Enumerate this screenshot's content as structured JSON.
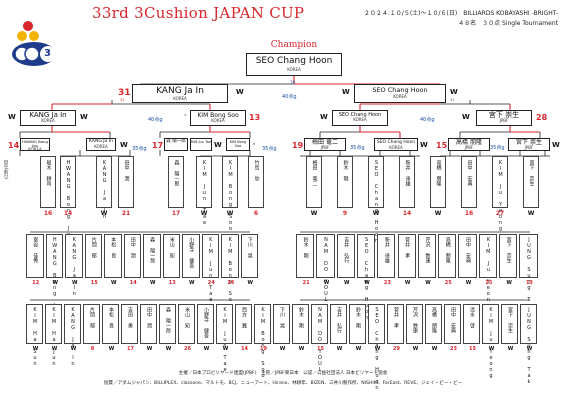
{
  "header": {
    "title": "33rd 3Cushion JAPAN CUP",
    "date_line": "２０２４.１０/５(土)～１０/６(日)　BILLIARDS KOBAYASHI -BRIGHT-",
    "format_line": "４８名　３０点 Single Tournament"
  },
  "logo": {
    "number": "3"
  },
  "champion": {
    "label": "Champion",
    "name": "SEO Chang Hoon",
    "country": "KOREA"
  },
  "final": {
    "inning": "40点g",
    "left": {
      "name": "KANG Ja In",
      "country": "KOREA",
      "score": "31",
      "sub": "32",
      "inning_note": "W"
    },
    "right": {
      "name": "SEO Chang Hoon",
      "country": "KOREA",
      "score": "W",
      "sub": "33",
      "inning_note": "19"
    }
  },
  "semis": [
    {
      "inning": "40点g",
      "left": {
        "name": "KANG Ja In",
        "country": "KOREA",
        "score": "W",
        "tag": "W"
      },
      "right": {
        "name": "KIM Bong Soo",
        "country": "KOREA",
        "score": "13",
        "tag": "4"
      }
    },
    {
      "inning": "40点g",
      "left": {
        "name": "SEO Chang Hoon",
        "country": "KOREA",
        "score": "W",
        "tag": "W"
      },
      "right": {
        "name": "宮下 崇生",
        "country": "JPBF",
        "score": "28",
        "tag": "W"
      }
    }
  ],
  "quarters": [
    {
      "inning": "35点g",
      "left": {
        "name": "梅田 竜二",
        "country": "JPBF",
        "score": "19"
      },
      "right": {
        "name": "SEO Chang Hoon",
        "country": "KOREA",
        "score": "W"
      }
    },
    {
      "inning": "35点g",
      "left": {
        "name": "高橋 朋隆",
        "country": "JPBF",
        "score": "15"
      },
      "right": {
        "name": "宮下 崇生",
        "country": "JPBF",
        "score": "W"
      }
    }
  ],
  "round3": [
    {
      "name": "HWANG Bong Joo",
      "country": "KOREA",
      "score": "14"
    },
    {
      "name": "KANG Ja In",
      "country": "KOREA",
      "score": "W"
    },
    {
      "name": "森 陽一郎",
      "country": "JPBF",
      "score": "17"
    },
    {
      "name": "KIM Jun Tae",
      "country": "KOREA",
      "score": "W"
    },
    {
      "name": "KIM Bong Soo",
      "country": "KOREA",
      "score": "W"
    },
    {
      "name": "竹島 欣",
      "country": "JPBF",
      "score": "6"
    }
  ],
  "round3_right": [
    {
      "name": "梅田 竜二",
      "country": "JPBF",
      "score": "W"
    },
    {
      "name": "鈴木 剛",
      "country": "JPBF",
      "score": "9"
    },
    {
      "name": "SEO Chang Hoon",
      "country": "KOREA",
      "score": "W"
    },
    {
      "name": "新井 達雄",
      "country": "JPBF",
      "score": "14"
    },
    {
      "name": "高橋 朋隆",
      "country": "JPBF",
      "score": "W"
    },
    {
      "name": "田中 宏典",
      "country": "JPBF",
      "score": "16"
    },
    {
      "name": "KIM Ju Yeong",
      "country": "KOREA",
      "score": "27"
    },
    {
      "name": "宮下 崇生",
      "country": "JPBF",
      "score": "W"
    }
  ],
  "col_left_top": [
    {
      "name": "船木 耕司",
      "score": "16"
    },
    {
      "name": "KANG Ja In",
      "score": "W"
    },
    {
      "name": "田中 潤",
      "score": "21"
    }
  ],
  "mid_names_left": [
    "室谷 佳秀",
    "HWANG Bong Joo",
    "KANG Ja In",
    "片岡 郁",
    "本松 良",
    "田中 潤",
    "森 陽一郎",
    "米山 知",
    "小野寺 健吾",
    "KIM Jun Tae",
    "KIM Bong Soo",
    "下川 晃"
  ],
  "mid_names_right": [
    "鈴木 剛",
    "NAM DO YOUL",
    "吉井 弘行",
    "SEO Chang Hoon",
    "新井 達雄",
    "菅井 孝",
    "芹沢 数康",
    "高橋 朋隆",
    "田中 宏典",
    "KIM Ju Yeong",
    "宮下 崇生",
    "JUNG Sung Tak"
  ],
  "mid_scores": [
    "12",
    "W",
    "W",
    "15",
    "W",
    "14",
    "W",
    "13",
    "W",
    "24",
    "24",
    "W",
    "W",
    "28",
    "21",
    "W",
    "W",
    "W",
    "23",
    "W",
    "W",
    "25",
    "W",
    "25",
    "W",
    "13",
    "18",
    "W"
  ],
  "bottom_names": [
    "KIM Ha Sun",
    "KIM Ha Jun",
    "KANG Ja In",
    "片岡 郁",
    "本松 良",
    "吉田 勇",
    "田中 潤",
    "森 陽一郎",
    "米山 知",
    "小野寺 健吾",
    "KIM Jun Tae",
    "西方 翼",
    "KIM Bong Soo",
    "下川 晃",
    "鈴木 剛",
    "NAM DO YOUL",
    "吉井 弘行",
    "鈴木 剛",
    "SEO Chang Hoon",
    "菅井 孝",
    "芹沢 数康",
    "高橋 朋隆",
    "田中 宏典",
    "清水 啓",
    "KIM Ju Yeong",
    "宮下 崇生",
    "JUNG Sung Tak"
  ],
  "bottom_scores": [
    "W",
    "W",
    "W",
    "8",
    "W",
    "17",
    "W",
    "W",
    "26",
    "W",
    "W",
    "14",
    "19",
    "W",
    "W",
    "15",
    "W",
    "W",
    "W",
    "29",
    "W",
    "W",
    "23",
    "15",
    "W",
    "W",
    "W",
    "W",
    "W",
    "W"
  ],
  "left_note": "田中(前日)",
  "footer": {
    "line1": "主催／日本プロビリヤード連盟(JPBF)　主管／JPBF東日本　公認／公益社団法人 日本ビリヤード協会",
    "line2": "協賛／アダムジャパン、BILLIPLEX、classone、マルトモ、BCJ、ニューアート、Hirano、林耕年、BIZEN、三井川製作所、NISHIKI、FarEast、REVE、ジェイ・ビー・ビー"
  }
}
